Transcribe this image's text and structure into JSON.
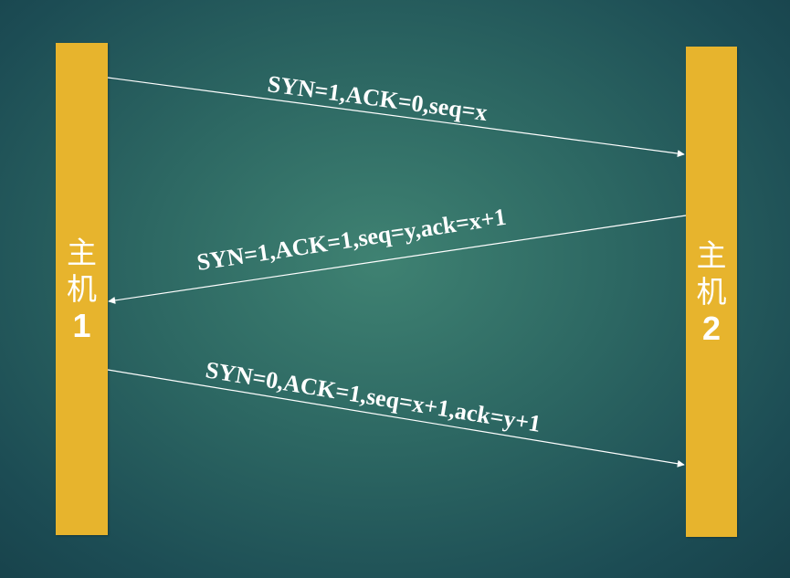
{
  "hosts": [
    {
      "char1": "主",
      "char2": "机",
      "number": "1"
    },
    {
      "char1": "主",
      "char2": "机",
      "number": "2"
    }
  ],
  "messages": [
    {
      "label": "SYN=1,ACK=0,seq=x",
      "from": "host1",
      "to": "host2"
    },
    {
      "label": "SYN=1,ACK=1,seq=y,ack=x+1",
      "from": "host2",
      "to": "host1"
    },
    {
      "label": "SYN=0,ACK=1,seq=x+1,ack=y+1",
      "from": "host1",
      "to": "host2"
    }
  ],
  "colors": {
    "host_bar": "#e7b42d",
    "background": "#2d6863",
    "arrow": "#ffffff",
    "text": "#ffffff"
  }
}
